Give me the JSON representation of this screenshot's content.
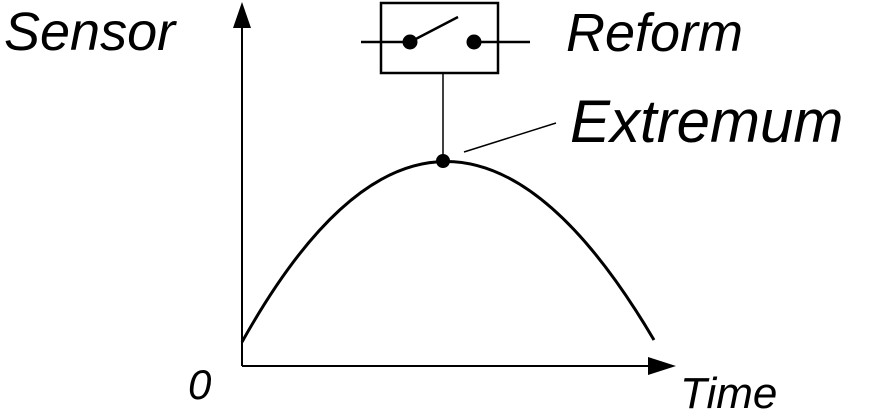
{
  "labels": {
    "y_axis": "Sensor",
    "x_axis": "Time",
    "origin": "0",
    "switch": "Reform",
    "peak": "Extremum"
  },
  "colors": {
    "ink": "#000000",
    "background": "#ffffff"
  }
}
